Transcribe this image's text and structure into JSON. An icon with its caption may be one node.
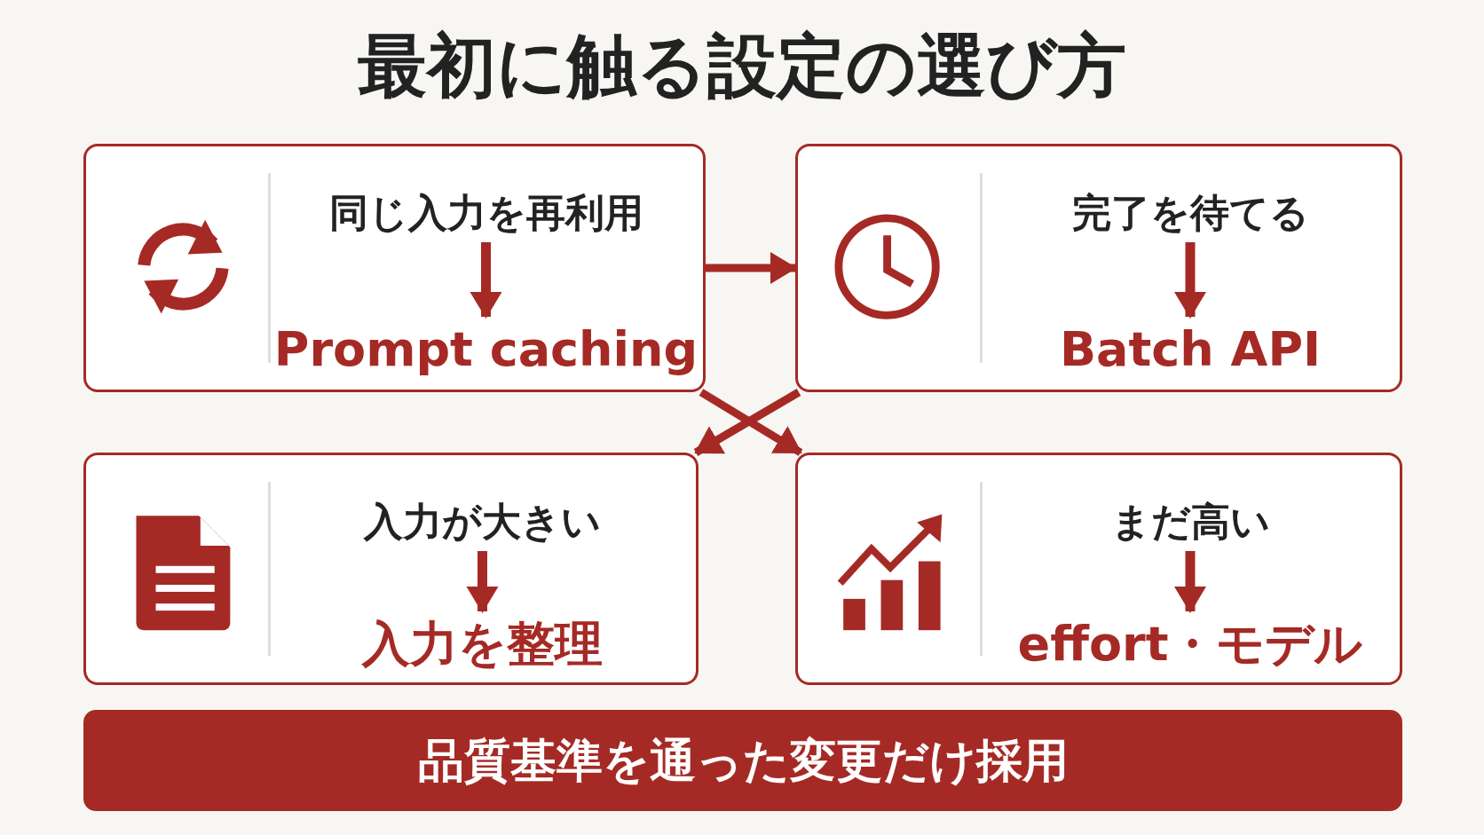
{
  "diagram": {
    "title": "最初に触る設定の選び方",
    "nodes": [
      {
        "text": [],
        "shape": "box"
      },
      {
        "text": [
          "同じ入力を再利用"
        ],
        "in": 0
      },
      {
        "text": [
          "Prompt caching"
        ],
        "in": 0
      },
      {
        "text": [],
        "shape": "box"
      },
      {
        "text": [
          "完了を待てる"
        ],
        "in": 3
      },
      {
        "text": [
          "Batch API"
        ],
        "in": 3
      },
      {
        "text": [],
        "shape": "box"
      },
      {
        "text": [
          "入力が大きい"
        ],
        "in": 6
      },
      {
        "text": [
          "入力を整理"
        ],
        "in": 6
      },
      {
        "text": [],
        "shape": "box"
      },
      {
        "text": [
          "まだ高い"
        ],
        "in": 9
      },
      {
        "text": [
          "effort・モデル"
        ],
        "in": 9
      },
      {
        "text": [
          "品質基準を通った変更だけ採用"
        ]
      }
    ],
    "edges": [
      {
        "from": 1,
        "to": 2,
        "arrow": "to"
      },
      {
        "from": 4,
        "to": 5,
        "arrow": "to"
      },
      {
        "from": 7,
        "to": 8,
        "arrow": "to"
      },
      {
        "from": 10,
        "to": 11,
        "arrow": "to"
      },
      {
        "from": 0,
        "to": 3,
        "arrow": "to"
      },
      {
        "from": 0,
        "to": 9,
        "arrow": "to"
      },
      {
        "from": 3,
        "to": 6,
        "arrow": "to"
      }
    ]
  }
}
